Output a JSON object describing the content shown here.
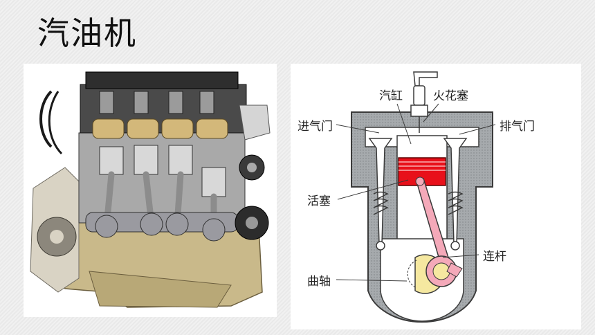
{
  "page": {
    "title": "汽油机"
  },
  "photo": {},
  "diagram": {
    "labels": {
      "cylinder": "汽缸",
      "spark_plug": "火花塞",
      "intake_valve": "进气门",
      "exhaust_valve": "排气门",
      "piston": "活塞",
      "connecting_rod": "连杆",
      "crankshaft": "曲轴"
    },
    "colors": {
      "wall": "#9fa3a6",
      "wall_stroke": "#3a3a3a",
      "piston": "#e8101a",
      "rod": "#f4a9b9",
      "crank": "#f5e8a0"
    }
  }
}
